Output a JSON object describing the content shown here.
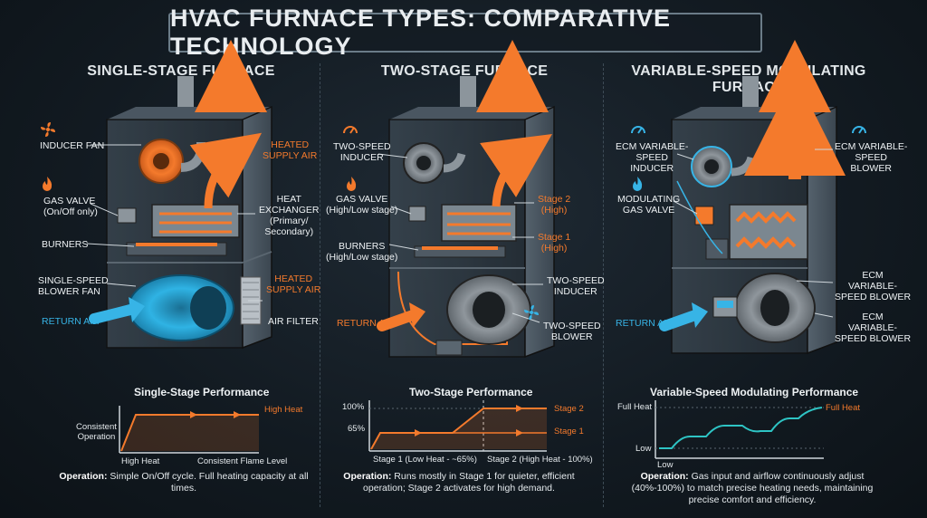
{
  "title": "HVAC FURNACE TYPES: COMPARATIVE TECHNOLOGY",
  "columns": [
    {
      "title": "SINGLE-STAGE FURNACE",
      "labels": {
        "inducer_fan": "INDUCER FAN",
        "gas_valve": "GAS VALVE\n(On/Off only)",
        "burners": "BURNERS",
        "blower": "SINGLE-SPEED\nBLOWER FAN",
        "return_air": "RETURN AIR",
        "heated_supply_1": "HEATED\nSUPPLY AIR",
        "heat_exchanger": "HEAT\nEXCHANGER\n(Primary/\nSecondary)",
        "heated_supply_2": "HEATED\nSUPPLY AIR",
        "air_filter": "AIR FILTER"
      },
      "performance": {
        "title": "Single-Stage Performance",
        "y_label": "Consistent\nOperation",
        "x_left": "High Heat",
        "x_right": "Consistent Flame Level",
        "line_label": "High Heat"
      },
      "operation_label": "Operation:",
      "operation_text": " Simple On/Off cycle. Full heating capacity at all times."
    },
    {
      "title": "TWO-STAGE FURNACE",
      "labels": {
        "inducer": "TWO-SPEED\nINDUCER",
        "gas_valve": "GAS VALVE\n(High/Low stage)",
        "burners": "BURNERS\n(High/Low stage)",
        "return_air": "RETURN AIR",
        "stage2": "Stage 2\n(High)",
        "stage1": "Stage 1\n(High)",
        "inducer2": "TWO-SPEED\nINDUCER",
        "blower": "TWO-SPEED\nBLOWER"
      },
      "performance": {
        "title": "Two-Stage Performance",
        "y_top": "100%",
        "y_mid": "65%",
        "x_left": "Stage 1 (Low Heat - ~65%)",
        "x_right": "Stage 2 (High Heat - 100%)",
        "stage2": "Stage 2",
        "stage1": "Stage 1"
      },
      "operation_label": "Operation:",
      "operation_text": " Runs mostly in Stage 1 for quieter, efficient operation; Stage 2 activates for high demand."
    },
    {
      "title": "VARIABLE-SPEED MODULATING FURNACE",
      "labels": {
        "inducer": "ECM VARIABLE-\nSPEED\nINDUCER",
        "gas_valve": "MODULATING\nGAS VALVE",
        "return_air": "RETURN AIR",
        "blower_top": "ECM VARIABLE-\nSPEED\nBLOWER",
        "blower_mid": "ECM\nVARIABLE-\nSPEED BLOWER",
        "blower_bot": "ECM\nVARIABLE-\nSPEED BLOWER"
      },
      "performance": {
        "title": "Variable-Speed Modulating Performance",
        "y_top": "Full Heat",
        "y_bot": "Low",
        "x_left": "Low",
        "line_label": "Full Heat"
      },
      "operation_label": "Operation:",
      "operation_text": " Gas input and airflow continuously adjust (40%-100%) to match precise heating needs, maintaining precise comfort and efficiency."
    }
  ],
  "colors": {
    "accent_orange": "#f47a2c",
    "accent_blue": "#37b4e6",
    "background": "#141c23"
  },
  "icons": [
    "flame-icon",
    "fan-icon",
    "gauge-icon"
  ]
}
